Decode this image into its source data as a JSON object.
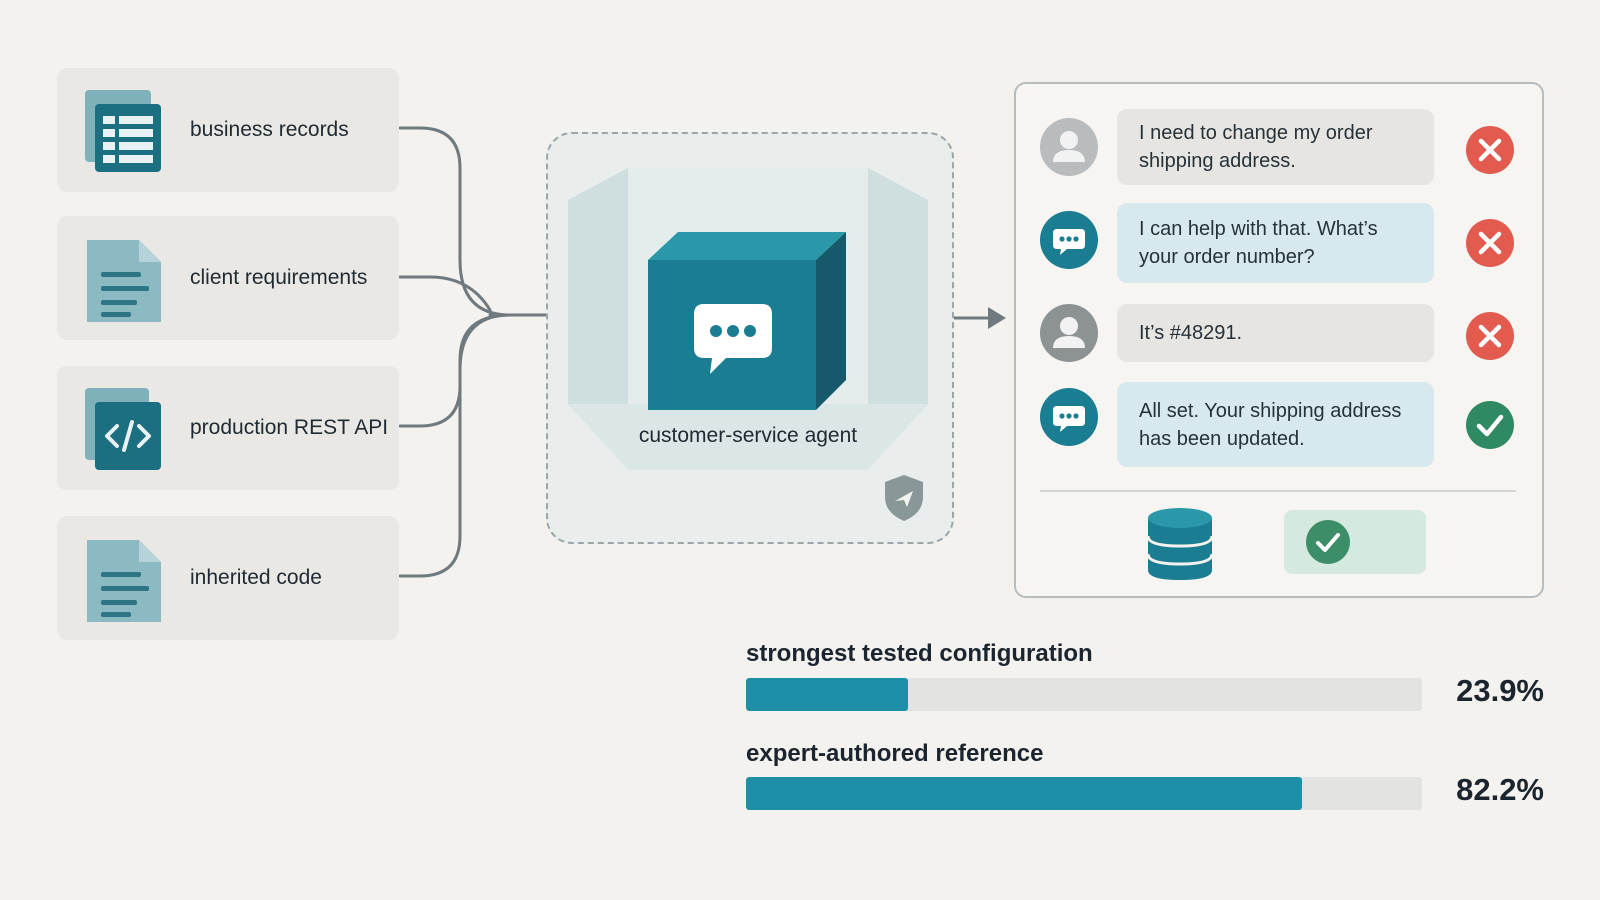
{
  "inputs": [
    {
      "label": "business records",
      "icon": "spreadsheet-icon"
    },
    {
      "label": "client requirements",
      "icon": "document-icon"
    },
    {
      "label": "production REST API",
      "icon": "code-file-icon"
    },
    {
      "label": "inherited code",
      "icon": "document-icon"
    }
  ],
  "agent": {
    "label": "customer-service agent",
    "icon": "chat-bubble-icon",
    "badge_icon": "shield-icon"
  },
  "conversation": [
    {
      "role": "user",
      "text": "I need to change my order shipping address.",
      "status": "fail"
    },
    {
      "role": "agent",
      "text": "I can help with that. What’s your order number?",
      "status": "fail"
    },
    {
      "role": "user",
      "text": "It’s #48291.",
      "status": "fail"
    },
    {
      "role": "agent",
      "text": "All set. Your shipping address has been updated.",
      "status": "pass"
    }
  ],
  "outcome": {
    "icon": "database-icon",
    "result_icon": "check-icon"
  },
  "bars": [
    {
      "label": "strongest tested configuration",
      "value": 23.9,
      "value_label": "23.9%"
    },
    {
      "label": "expert-authored reference",
      "value": 82.2,
      "value_label": "82.2%"
    }
  ],
  "colors": {
    "accent": "#1d8fa6",
    "teal_dark": "#1b6f80",
    "fail": "#e35a4f",
    "pass": "#2f8a63",
    "background": "#f4f2ee"
  }
}
